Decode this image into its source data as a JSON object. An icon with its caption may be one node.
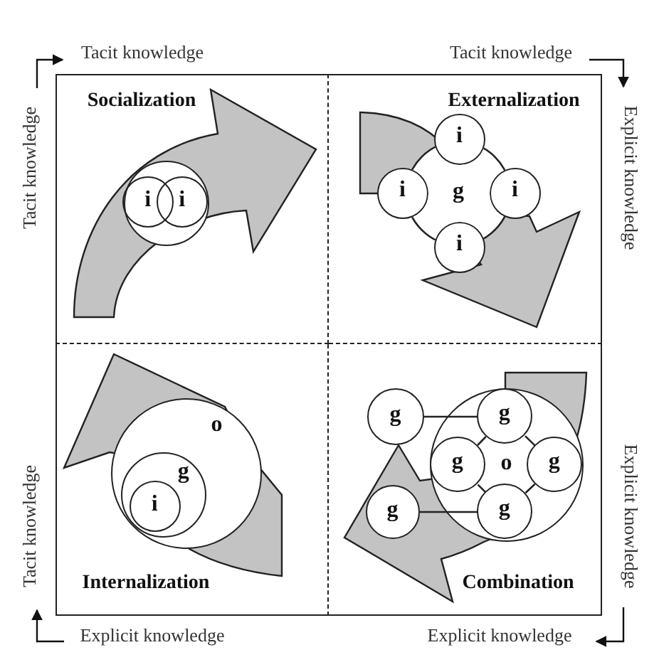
{
  "diagram": {
    "nodes": [
      {
        "text": [
          "Socialization"
        ]
      },
      {
        "text": [],
        "shape": "circle",
        "in": 0
      },
      {
        "text": [
          "i"
        ],
        "in": 1
      },
      {
        "text": [
          "i"
        ],
        "in": 1
      },
      {
        "text": [
          "Externalization"
        ]
      },
      {
        "text": [
          "i"
        ],
        "in": 4
      },
      {
        "text": [
          "i"
        ],
        "in": 4
      },
      {
        "text": [
          "g"
        ],
        "in": 4
      },
      {
        "text": [
          "i"
        ],
        "in": 4
      },
      {
        "text": [
          "i"
        ],
        "in": 4
      },
      {
        "text": [
          "Internalization"
        ]
      },
      {
        "text": [
          "o"
        ],
        "in": 10
      },
      {
        "text": [
          "g"
        ],
        "in": 11
      },
      {
        "text": [
          "i"
        ],
        "in": 12
      },
      {
        "text": [
          "Combination"
        ]
      },
      {
        "text": [
          "g"
        ],
        "in": 14
      },
      {
        "text": [
          "o"
        ],
        "in": 14
      },
      {
        "text": [
          "g"
        ],
        "in": 16
      },
      {
        "text": [
          "g"
        ],
        "in": 16
      },
      {
        "text": [
          "g"
        ],
        "in": 16
      },
      {
        "text": [
          "g"
        ],
        "in": 16
      },
      {
        "text": [
          "g"
        ],
        "in": 14
      }
    ],
    "edges": [
      {
        "from": 15,
        "to": 17,
        "arrow": "none"
      },
      {
        "from": 17,
        "to": 18,
        "arrow": "none"
      },
      {
        "from": 17,
        "to": 19,
        "arrow": "none"
      },
      {
        "from": 18,
        "to": 20,
        "arrow": "none"
      },
      {
        "from": 19,
        "to": 20,
        "arrow": "none"
      },
      {
        "from": 21,
        "to": 20,
        "arrow": "none"
      }
    ],
    "labels": [
      "Tacit knowledge",
      "Tacit knowledge",
      "Tacit knowledge",
      "Explicit knowledge",
      "Tacit knowledge",
      "Explicit knowledge",
      "Explicit knowledge",
      "Explicit knowledge"
    ]
  }
}
